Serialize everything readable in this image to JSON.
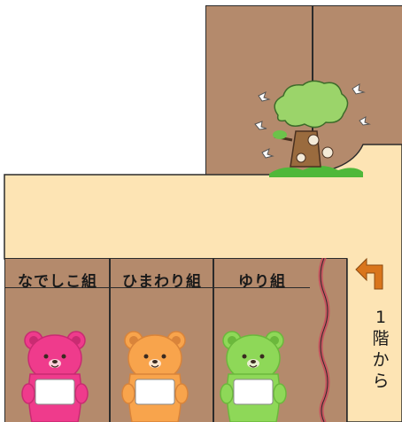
{
  "rooms": [
    {
      "name": "なでしこ組",
      "bear_color": "#ef3b8c",
      "bear_dark": "#c92b72"
    },
    {
      "name": "ひまわり組",
      "bear_color": "#f8a44c",
      "bear_dark": "#d9843a"
    },
    {
      "name": "ゆり組",
      "bear_color": "#8ed858",
      "bear_dark": "#6bb83c"
    }
  ],
  "stairs_label": [
    "1",
    "階",
    "か",
    "ら"
  ],
  "icons": {
    "tree": "tree-icon",
    "arrow": "turn-arrow-icon",
    "bear": "bear-icon"
  },
  "colors": {
    "room_floor": "#b48a6c",
    "corridor": "#fde4b4",
    "arrow": "#d9751c",
    "wall_line": "#2b2b2b",
    "sliding_door": "#c94a5c"
  }
}
